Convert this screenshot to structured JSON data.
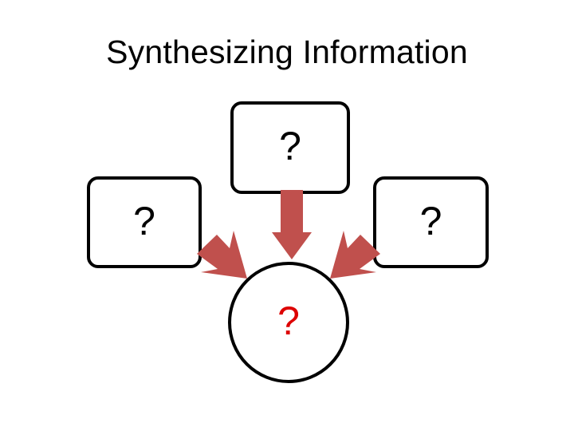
{
  "slide": {
    "title": "Synthesizing Information",
    "background_color": "#FFFFFF"
  },
  "nodes": {
    "top_box": {
      "label": "?",
      "text_color": "#000000",
      "border_color": "#000000",
      "fill_color": "#FFFFFF",
      "shape": "rounded-rectangle"
    },
    "left_box": {
      "label": "?",
      "text_color": "#000000",
      "border_color": "#000000",
      "fill_color": "#FFFFFF",
      "shape": "rounded-rectangle"
    },
    "right_box": {
      "label": "?",
      "text_color": "#000000",
      "border_color": "#000000",
      "fill_color": "#FFFFFF",
      "shape": "rounded-rectangle"
    },
    "center_circle": {
      "label": "?",
      "text_color": "#DD0000",
      "border_color": "#000000",
      "fill_color": "#FFFFFF",
      "shape": "circle"
    }
  },
  "arrows": {
    "color": "#C0504D",
    "items": [
      {
        "name": "top-to-center",
        "direction": "down",
        "from": "top_box",
        "to": "center_circle"
      },
      {
        "name": "left-to-center",
        "direction": "down-right",
        "from": "left_box",
        "to": "center_circle"
      },
      {
        "name": "right-to-center",
        "direction": "down-left",
        "from": "right_box",
        "to": "center_circle"
      }
    ]
  }
}
